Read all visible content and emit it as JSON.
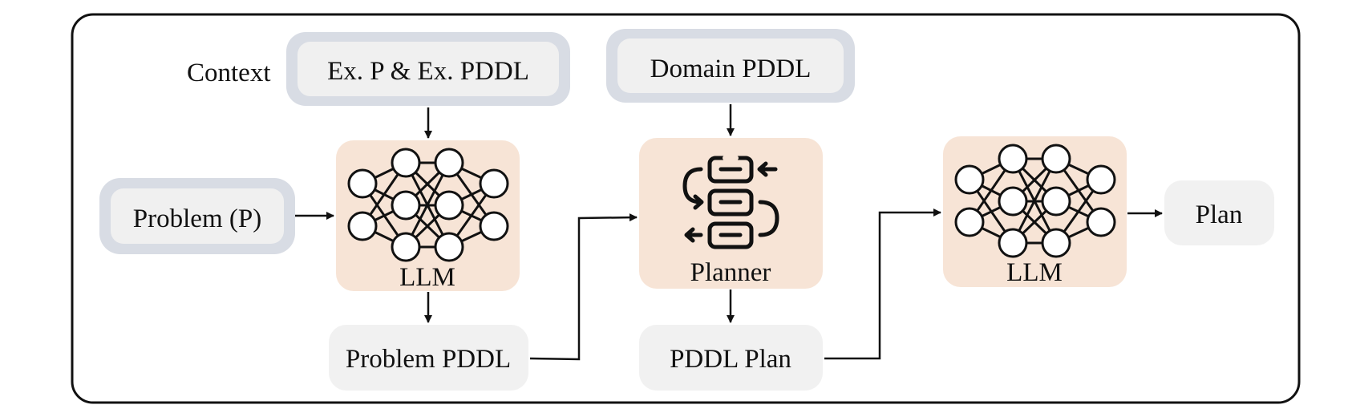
{
  "nodes": {
    "context_label": "Context",
    "examples": "Ex. P & Ex. PDDL",
    "domain_pddl": "Domain PDDL",
    "problem": "Problem (P)",
    "llm_1": "LLM",
    "planner": "Planner",
    "llm_2": "LLM",
    "plan": "Plan",
    "problem_pddl": "Problem PDDL",
    "pddl_plan": "PDDL Plan"
  },
  "colors": {
    "context_text": "#2e8a89",
    "input_outer": "#d8dce4",
    "input_inner": "#f0f0f0",
    "model_fill": "#f7e4d6",
    "output_fill": "#f1f1f1",
    "stroke": "#111111"
  },
  "icons": {
    "llm_1": "neural-network-icon",
    "planner": "planner-flow-icon",
    "llm_2": "neural-network-icon"
  }
}
